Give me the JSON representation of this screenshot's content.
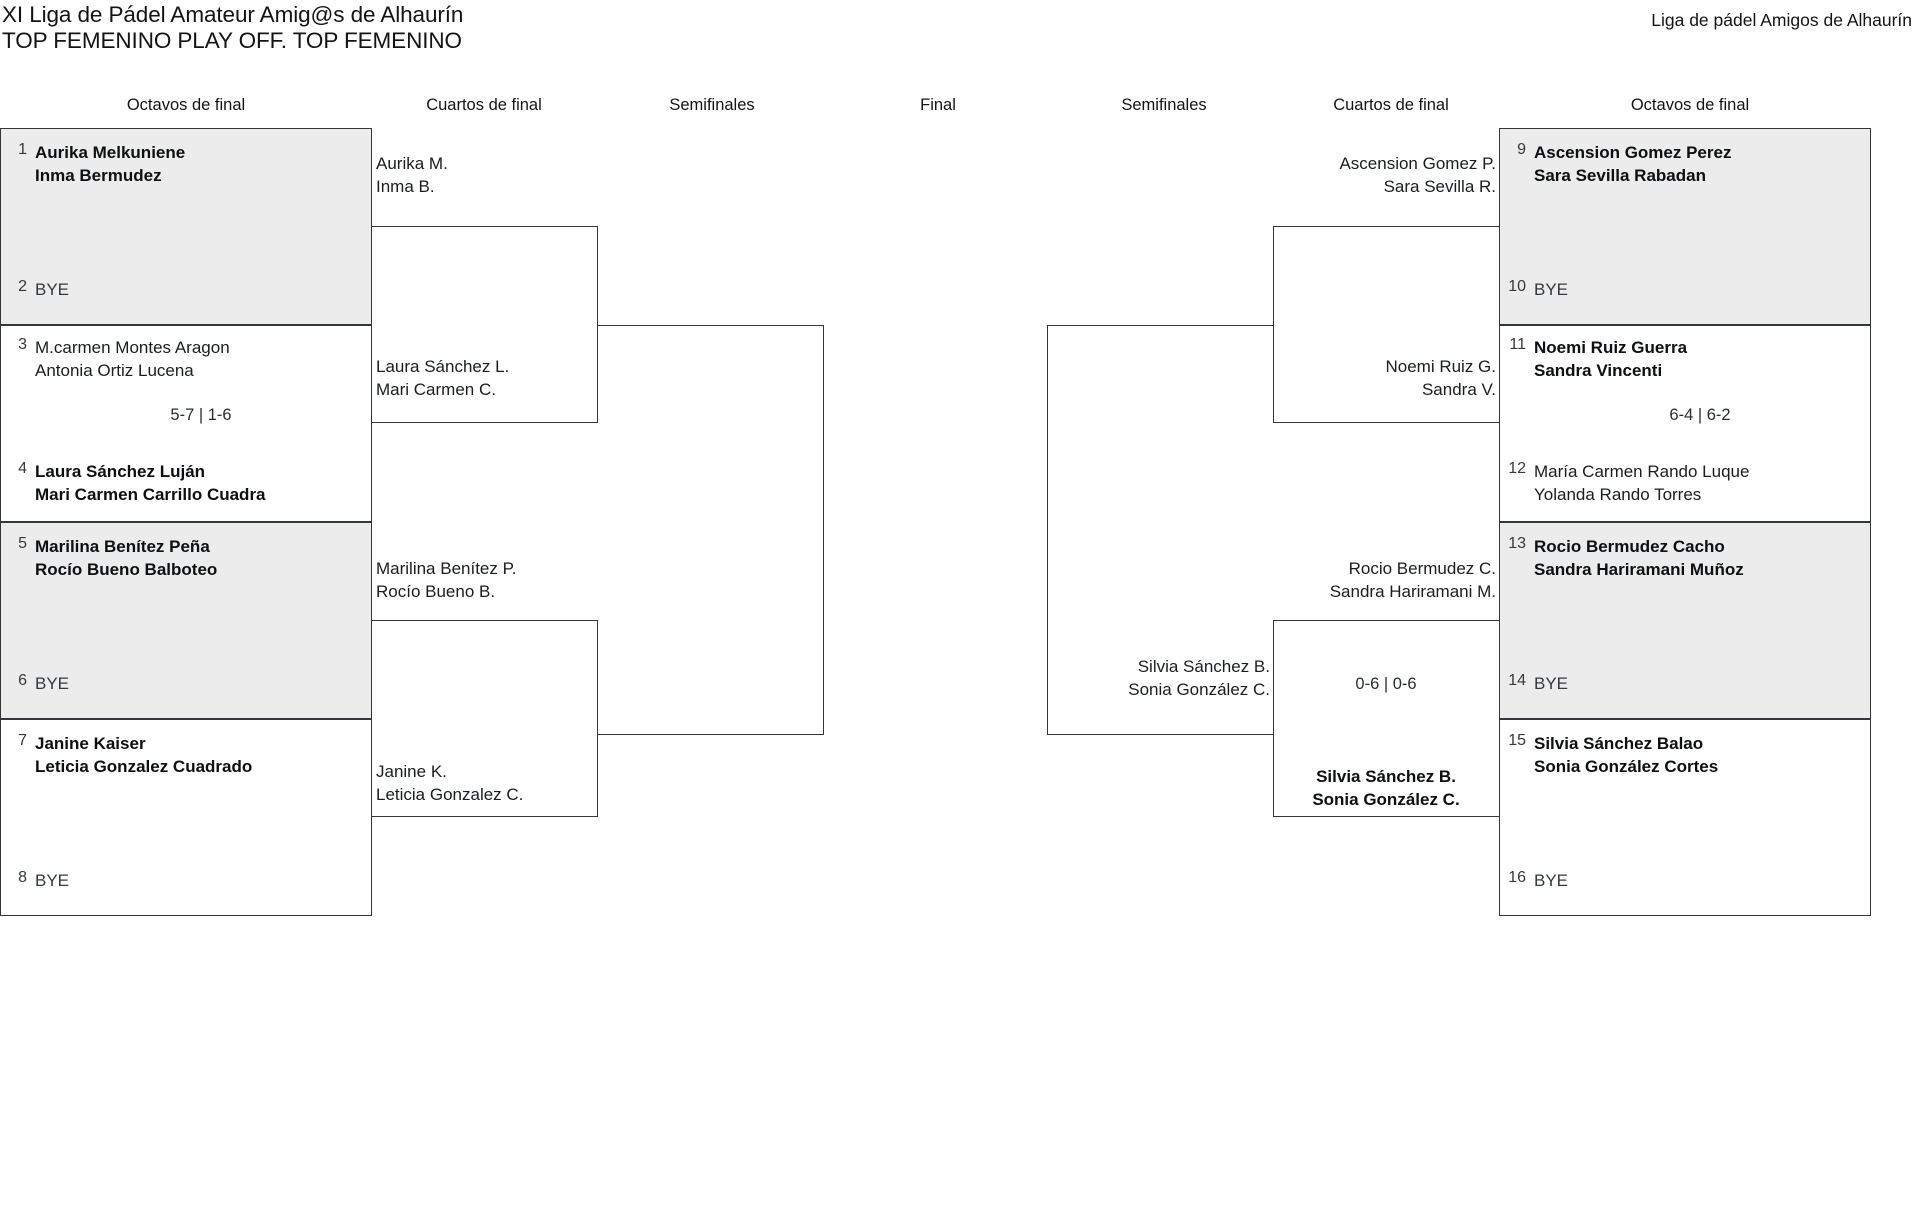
{
  "header": {
    "title_line1": "XI Liga de Pádel Amateur Amig@s de Alhaurín",
    "title_line2": "TOP FEMENINO PLAY OFF. TOP FEMENINO",
    "league_label": "Liga de pádel Amigos de Alhaurín"
  },
  "rounds": {
    "left_r16": "Octavos de final",
    "left_qf": "Cuartos de final",
    "left_sf": "Semifinales",
    "final": "Final",
    "right_sf": "Semifinales",
    "right_qf": "Cuartos de final",
    "right_r16": "Octavos de final"
  },
  "left": {
    "r16": [
      {
        "score": "",
        "top": {
          "seed": "1",
          "line1": "Aurika Melkuniene",
          "line2": "Inma Bermudez",
          "winner": true,
          "bye": false
        },
        "bottom": {
          "seed": "2",
          "line1": "BYE",
          "line2": "",
          "winner": false,
          "bye": true
        }
      },
      {
        "score": "5-7 | 1-6",
        "top": {
          "seed": "3",
          "line1": "M.carmen Montes Aragon",
          "line2": "Antonia Ortiz Lucena",
          "winner": false,
          "bye": false
        },
        "bottom": {
          "seed": "4",
          "line1": "Laura Sánchez Luján",
          "line2": "Mari Carmen Carrillo Cuadra",
          "winner": true,
          "bye": false
        }
      },
      {
        "score": "",
        "top": {
          "seed": "5",
          "line1": "Marilina Benítez Peña",
          "line2": "Rocío Bueno Balboteo",
          "winner": true,
          "bye": false
        },
        "bottom": {
          "seed": "6",
          "line1": "BYE",
          "line2": "",
          "winner": false,
          "bye": true
        }
      },
      {
        "score": "",
        "top": {
          "seed": "7",
          "line1": "Janine Kaiser",
          "line2": "Leticia Gonzalez Cuadrado",
          "winner": true,
          "bye": false
        },
        "bottom": {
          "seed": "8",
          "line1": "BYE",
          "line2": "",
          "winner": false,
          "bye": true
        }
      }
    ],
    "qf": [
      {
        "line1": "Aurika M.",
        "line2": "Inma B.",
        "winner": false,
        "score": ""
      },
      {
        "line1": "Laura Sánchez L.",
        "line2": "Mari Carmen C.",
        "winner": false,
        "score": ""
      },
      {
        "line1": "Marilina Benítez P.",
        "line2": "Rocío Bueno B.",
        "winner": false,
        "score": ""
      },
      {
        "line1": "Janine K.",
        "line2": "Leticia Gonzalez C.",
        "winner": false,
        "score": ""
      }
    ]
  },
  "right": {
    "r16": [
      {
        "score": "",
        "top": {
          "seed": "9",
          "line1": "Ascension Gomez Perez",
          "line2": "Sara Sevilla Rabadan",
          "winner": true,
          "bye": false
        },
        "bottom": {
          "seed": "10",
          "line1": "BYE",
          "line2": "",
          "winner": false,
          "bye": true
        }
      },
      {
        "score": "6-4 | 6-2",
        "top": {
          "seed": "11",
          "line1": "Noemi Ruiz Guerra",
          "line2": "Sandra Vincenti",
          "winner": true,
          "bye": false
        },
        "bottom": {
          "seed": "12",
          "line1": "María Carmen Rando Luque",
          "line2": "Yolanda Rando Torres",
          "winner": false,
          "bye": false
        }
      },
      {
        "score": "",
        "top": {
          "seed": "13",
          "line1": "Rocio Bermudez Cacho",
          "line2": "Sandra Hariramani Muñoz",
          "winner": true,
          "bye": false
        },
        "bottom": {
          "seed": "14",
          "line1": "BYE",
          "line2": "",
          "winner": false,
          "bye": true
        }
      },
      {
        "score": "",
        "top": {
          "seed": "15",
          "line1": "Silvia Sánchez Balao",
          "line2": "Sonia González Cortes",
          "winner": true,
          "bye": false
        },
        "bottom": {
          "seed": "16",
          "line1": "BYE",
          "line2": "",
          "winner": false,
          "bye": true
        }
      }
    ],
    "qf": [
      {
        "line1": "Ascension Gomez P.",
        "line2": "Sara Sevilla R.",
        "winner": false
      },
      {
        "line1": "Noemi Ruiz G.",
        "line2": "Sandra V.",
        "winner": false
      },
      {
        "line1": "Rocio Bermudez C.",
        "line2": "Sandra Hariramani M.",
        "winner": false
      },
      {
        "line1": "Silvia Sánchez B.",
        "line2": "Sonia González C.",
        "winner": false
      }
    ],
    "qf_match_bottom": {
      "score": "0-6 | 0-6",
      "winner_line1": "Silvia Sánchez B.",
      "winner_line2": "Sonia González C."
    },
    "sf": [
      {
        "line1": "Silvia Sánchez B.",
        "line2": "Sonia González C.",
        "winner": false
      }
    ]
  },
  "colors": {
    "shaded_row": "#ececec",
    "line": "#33373a",
    "text": "#1b1d1f",
    "background": "#ffffff"
  }
}
